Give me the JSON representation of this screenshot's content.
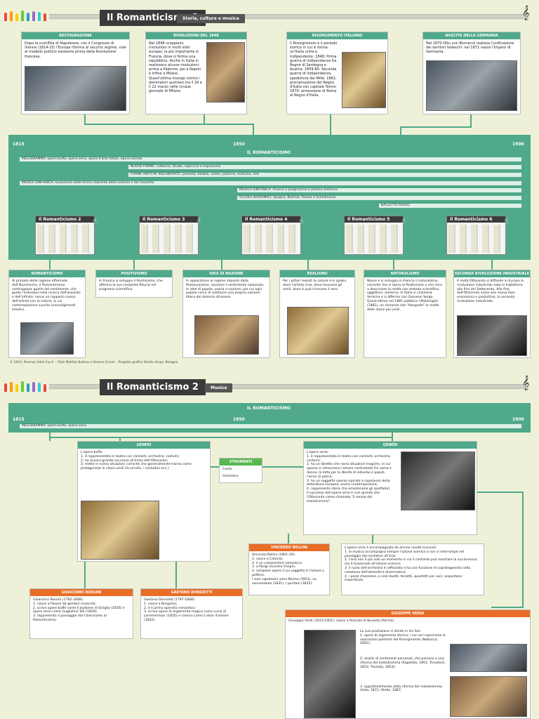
{
  "page1": {
    "title": "Il Romanticismo 1",
    "subtitle": "Storia, cultura e musica",
    "cards_top": [
      {
        "head": "RESTAURAZIONE",
        "text": "Dopo la sconfitta di Napoleone, con il Congresso di Vienna (1814-15) l'Europa riforma al vecchio regime, cioè al modello politico esistente prima della Rivoluzione francese."
      },
      {
        "head": "RIVOLUZIONI DEL 1848",
        "text": "Nel 1848 scoppiano rivoluzioni in molti stati europei, la più importante in Francia, dove si forma una repubblica. Anche in Italia si realizzano alcune rivoluzioni: prima a Palermo, poi a Napoli e infine a Milano. Quest'ultima insorge contro i dominatori austriaci tra il 18 e il 22 marzo nelle cinque giornate di Milano."
      },
      {
        "head": "RISORGIMENTO ITALIANO",
        "text": "Il Risorgimento è il periodo storico in cui si forma un'Italia unita e indipendente. 1848: Prima guerra di indipendenza fra Regno di Sardegna e Austria. 1859-60: Seconda guerra di indipendenza, spedizione dei Mille. 1861: proclamazione del Regno d'Italia con capitale Torino. 1870: annessione di Roma al Regno d'Italia."
      },
      {
        "head": "NASCITA DELLA GERMANIA",
        "text": "Nel 1870 Otto von Bismarck realizza l'unificazione dei territori tedeschi: nel 1871 nasce l'Impero di Germania."
      }
    ],
    "timeline": {
      "title": "IL ROMANTICISMO",
      "years": [
        "1815",
        "1850",
        "1900"
      ],
      "rows": [
        "MELODRAMMA: opera buffa, opera seria, opera d'arte totale, opera verista",
        "NUOVE FORME: notturno, studio, capriccio e improvviso",
        "FORME ANTICHE RIELABORATE: preludio, ballata, valzer, polacca, mazurka, lied",
        "MUSICA SINFONICA: evoluzione delle forme classiche della sinfonia e del concerto",
        "MUSICA SINFONICA: musica a programma e poema sinfonico",
        "SCUOLE NAZIONALI: Spagna, Boemia, Russia e Scandinavia",
        "BALLETTO RUSSO"
      ]
    },
    "thumbs": [
      "Il Romanticismo 2",
      "Il Romanticismo 3",
      "Il Romanticismo 4",
      "Il Romanticismo 5",
      "Il Romanticismo 6"
    ],
    "cards_bottom": [
      {
        "head": "ROMANTICISMO",
        "text": "Al primato della ragione affermato dall'Illuminismo, il Romanticismo contrappone quello del sentimento, che guida l'individuo nella ricerca dell'assoluto e dell'infinito: nasce un rapporto nuovo dell'artista con la natura, la cui contemplazione suscita sconvolgimenti emotivi."
      },
      {
        "head": "POSITIVISMO",
        "text": "In Francia si sviluppa il Positivismo, che afferma la sua completa fiducia nel progresso scientifico."
      },
      {
        "head": "IDEA DI NAZIONE",
        "text": "In opposizione al regime imposto dalla Restaurazione, nascono il sentimento nazionale, le idee di popolo, patria e nazione, per cui ogni popolo cerca di costituire una propria nazione libera dal dominio straniero."
      },
      {
        "head": "REALISMO",
        "text": "Per i pittori realisti la natura è lo spazio dove l'artista crea, dove lavorano gli umili, dove si può ricercare il vero."
      },
      {
        "head": "NATURALISMO",
        "text": "Nasce e si sviluppa in Francia il naturalismo, corrente che si ispira al Positivismo e che mira a descrivere la realtà con metodo scientifico, oggettivo: realismo. In Italia si chiamerà Verismo e si afferma con Giovanni Verga. Quest'ultimo nel 1881 pubblica I Malavoglia (1881), un romanzo che \"fotografa\" la realtà delle classi più umili."
      },
      {
        "head": "SECONDA RIVOLUZIONE INDUSTRIALE",
        "text": "A metà Ottocento si diffonde in Europa la rivoluzione industriale nata in Inghilterra alla fine del Settecento. Alla fine dell'Ottocento inizia una nuova fase economica e produttiva, la seconda rivoluzione industriale."
      }
    ],
    "copyright": "© 2014, Pearson Italia S.p.A. – Testi Matilde Bufano e Simona Ercioli – Progetto grafico Studio Ampa, Bologna"
  },
  "page2": {
    "title": "Il Romanticismo 2",
    "subtitle": "Musica",
    "timeline_title": "IL ROMANTICISMO",
    "years": [
      "1815",
      "1850",
      "1900"
    ],
    "row": "MELODRAMMA: opera buffa, opera seria",
    "generi_left": {
      "head": "GENERI",
      "intro": "L'opera buffa:",
      "items": [
        "1. è rappresentata in teatro con cantanti, orchestra, costumi;",
        "2. ha ancora grande successo all'inizio dell'Ottocento;",
        "3. mette in scena situazioni comiche che generalmente hanno come protagoniste le classi umili (la servitù, i contadini ecc.)."
      ]
    },
    "strumenti": {
      "head": "STRUMENTI",
      "items": [
        "Canto",
        "Orchestra"
      ]
    },
    "generi_right": {
      "head": "GENERI",
      "intro": "L'opera seria:",
      "items": [
        "1. è rappresentata in teatro con cantanti, orchestra, costumi;",
        "2. ha un libretto che narra situazioni tragiche, in cui spesso si intrecciano l'amore contrastato fra uomo e donna, la lotta per la libertà di individui e popoli, l'amor di patria;",
        "3. ha un soggetto spesso ispirato a capolavori della letteratura europea, anche contemporanea;",
        "4. rappresenta storie che emozionano gli spettatori."
      ],
      "outro": "Il successo dell'opera seria è così grande che l'Ottocento viene chiamato \"il secolo del melodramma\"."
    },
    "bellini": {
      "head": "VINCENZO BELLINI",
      "name": "Vincenzo Bellini (1801-35):",
      "items": [
        "1. nasce a Catania;",
        "2. è un compositore romantico;",
        "3. a Parigi incontra Chopin;",
        "4. compone opere il cui soggetto è l'amore o politica."
      ],
      "outro": "I suoi capolavori sono Norma (1831), La sonnambula (1831), I puritani (1835)."
    },
    "novita": {
      "intro": "L'opera seria è accompagnata da alcune novità musicali:",
      "items": [
        "1. la musica accompagna sempre l'azione scenica e non si interrompe nel passaggio dal recitativo all'aria;",
        "2. l'aria non è più solo un momento in cui il cantante può mostrare la sua bravura, ma è funzionale all'azione scenica;",
        "3. il ruolo dell'orchestra è rafforzato e ha una funzione di coprotagonista nella creazione dell'atmosfera drammatica;",
        "4. i pezzi d'assieme, e cioè duetti, terzetti, quartetti per voci, acquistano importanza."
      ]
    },
    "rossini": {
      "head": "GIOACHINO ROSSINI",
      "name": "Gioachino Rossini (1792-1868):",
      "items": [
        "1. nasce a Pesaro da genitori musicisti;",
        "2. scrive opere buffe come Il barbiere di Siviglia (1816) e opere serie come Guglielmo Tell (1829);",
        "3. rappresenta il passaggio dal Classicismo al Romanticismo."
      ]
    },
    "donizetti": {
      "head": "GAETANO DONIZETTI",
      "name": "Gaetano Donizetti (1797-1848):",
      "items": [
        "1. nasce a Bergamo;",
        "2. è il primo operista romantico;",
        "3. scrive opere di argomento tragico come Lucia di Lammermoor (1835) e comico come L'elisir d'amore (1832)."
      ]
    },
    "verdi": {
      "head": "GIUSEPPE VERDI",
      "name": "Giuseppe Verdi (1813-1901): nasce a Roncole di Busseto (Parma).",
      "fasi": "La sua produzione si divide in tre fasi:",
      "items": [
        "1. opere di argomento storico, i cui cori esprimono le aspirazioni politiche del Risorgimento (Nabucco, 1842);",
        "2. analisi di sentimenti personali, che portano a una riforma del melodramma (Rigoletto, 1851; Trovatore, 1853; Traviata, 1853);",
        "3. approfondimento della riforma del melodramma (Aida, 1871; Otello, 1887;"
      ]
    }
  }
}
